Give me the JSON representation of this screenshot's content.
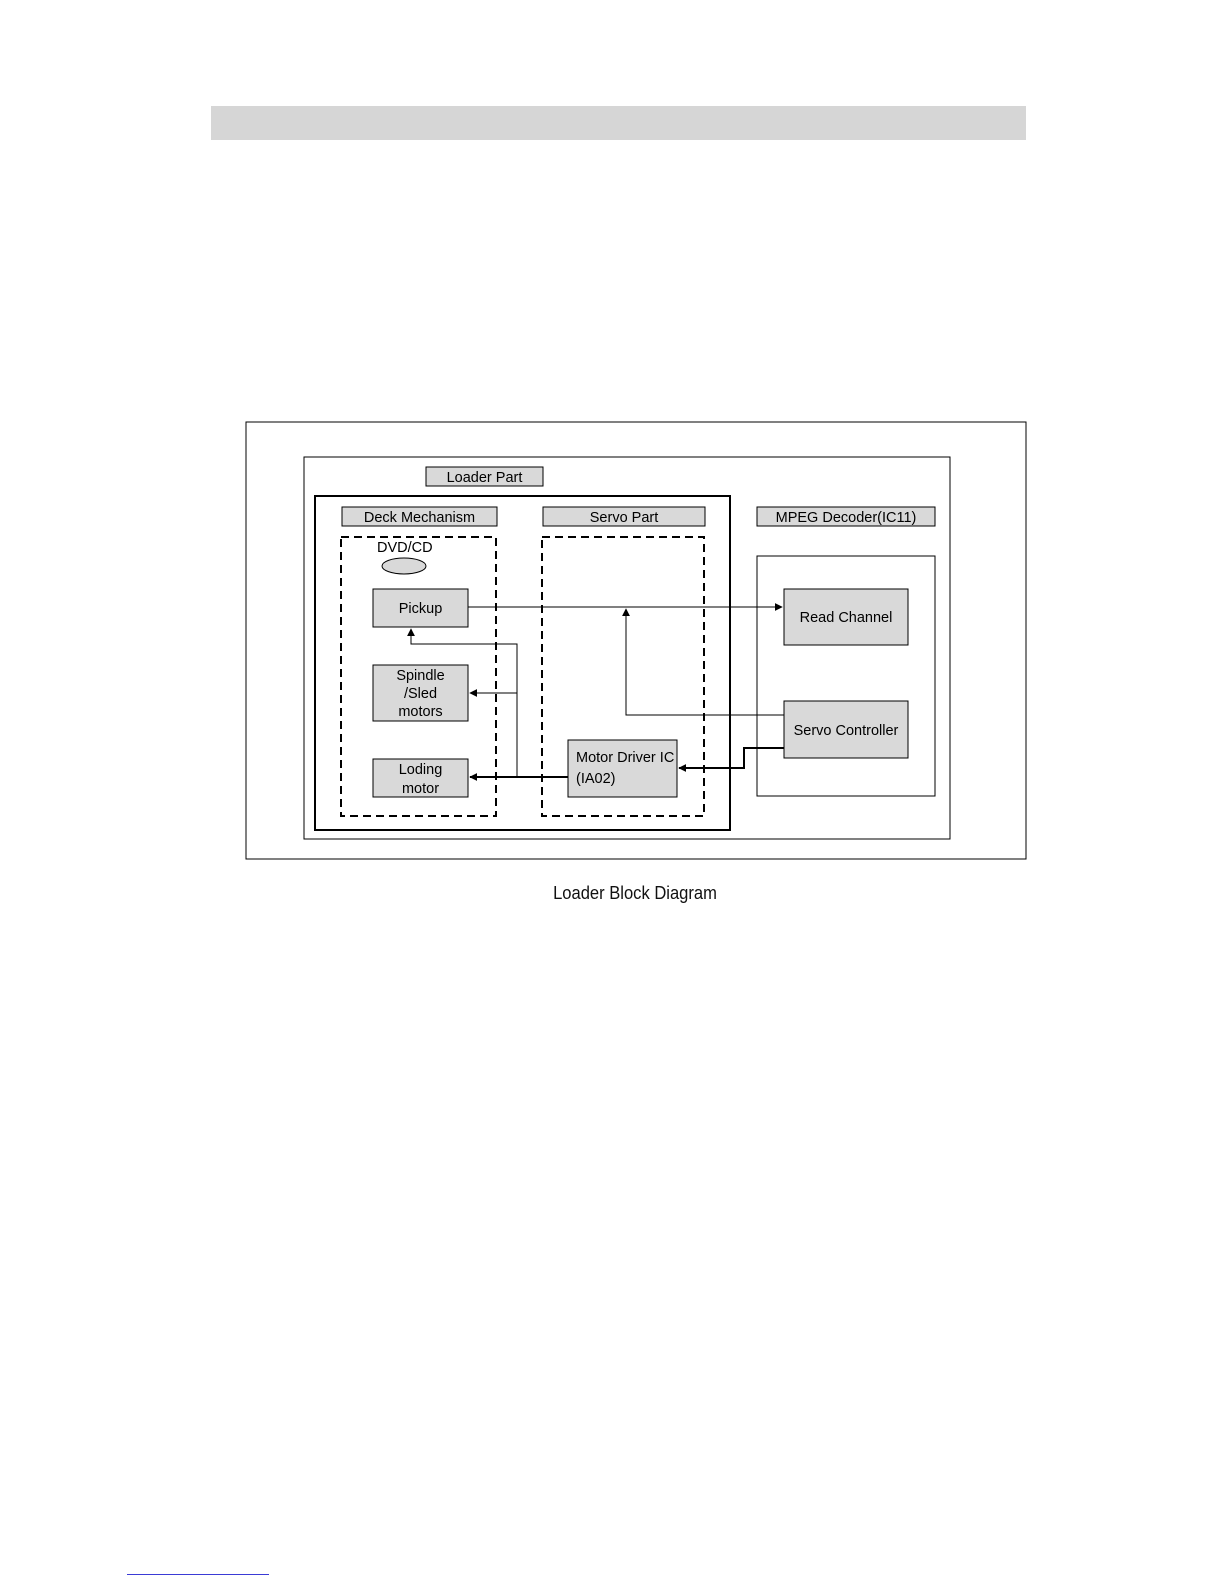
{
  "diagram": {
    "loader_part": "Loader Part",
    "deck_mechanism": "Deck Mechanism",
    "servo_part": "Servo Part",
    "mpeg_decoder": "MPEG Decoder(IC11)",
    "disc": "DVD/CD",
    "pickup": "Pickup",
    "spindle": [
      "Spindle",
      "/Sled",
      "motors"
    ],
    "loading": [
      "Loding",
      "motor"
    ],
    "motor_driver": [
      "Motor Driver IC",
      "(IA02)"
    ],
    "read_channel": "Read Channel",
    "servo_controller": "Servo Controller"
  },
  "caption": "Loader Block Diagram",
  "colors": {
    "block_fill": "#d9d9d9",
    "line": "#000000",
    "header_bar": "#d6d6d6"
  }
}
